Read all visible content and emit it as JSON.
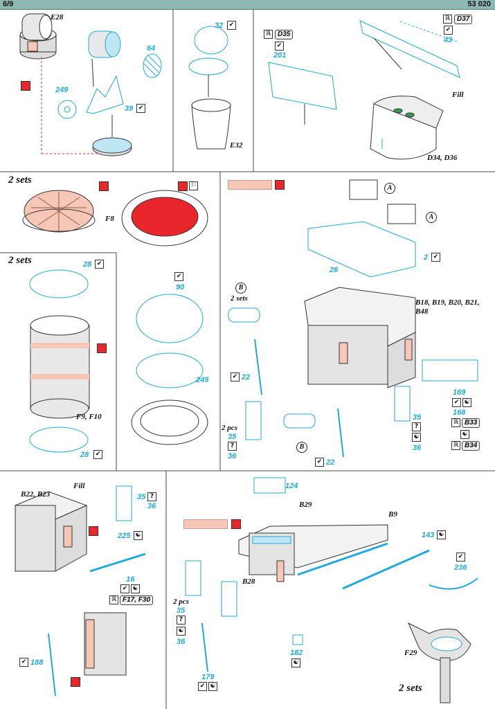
{
  "header": {
    "page": "6/9",
    "code": "53 020"
  },
  "panels": {
    "p1": {
      "part": "E28",
      "nums": [
        "249",
        "39",
        "64"
      ]
    },
    "p2": {
      "num": "32",
      "part": "E32"
    },
    "p3": {
      "codes": [
        "D35",
        "D37"
      ],
      "nums": [
        "201",
        "43"
      ],
      "fill": "Fill",
      "parts": "D34, D36"
    },
    "p4": {
      "sets": "2 sets",
      "part": "F8"
    },
    "p5": {
      "sets": "2 sets",
      "nums": [
        "28",
        "90",
        "245",
        "28"
      ],
      "parts": "F9, F10"
    },
    "p6": {
      "marker_a": "A",
      "marker_b": "B",
      "b_sets": "2 sets",
      "nums": [
        "2",
        "26",
        "22",
        "35",
        "36",
        "168",
        "169",
        "22",
        "35",
        "36"
      ],
      "pcs": "2 pcs",
      "parts": "B18, B19, B20, B21, B48",
      "codes": [
        "B33",
        "B34"
      ]
    },
    "p7": {
      "parts": "B22, B23",
      "fill": "Fill",
      "nums": [
        "35",
        "36",
        "225",
        "16",
        "188"
      ],
      "codes": "F17, F30"
    },
    "p8": {
      "nums": [
        "124",
        "143",
        "236",
        "35",
        "36",
        "182",
        "179"
      ],
      "parts": [
        "B29",
        "B9",
        "B28",
        "F29"
      ],
      "pcs": "2 pcs",
      "sets": "2 sets"
    }
  },
  "colors": {
    "etch": "#1fa9d8",
    "paint_red": "#e8262b",
    "flesh": "#f6c7b6"
  }
}
